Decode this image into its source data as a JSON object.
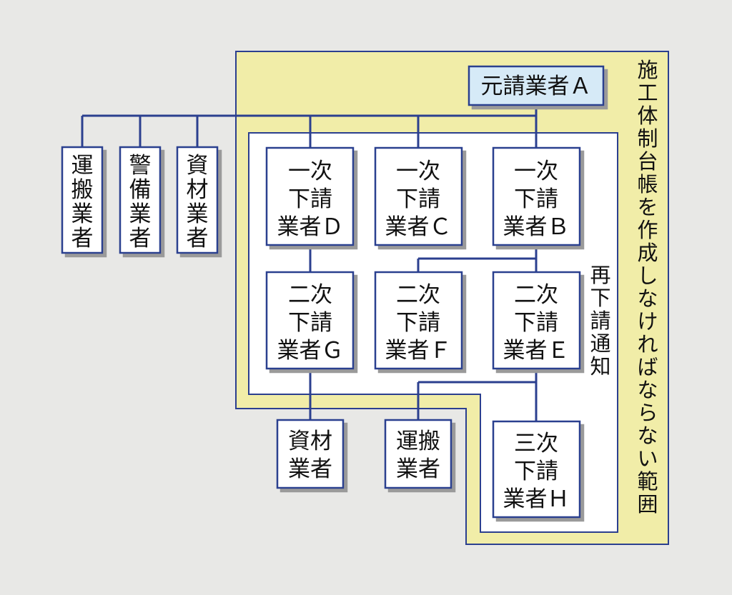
{
  "colors": {
    "background": "#e8e8e6",
    "outer_region_fill": "#f1eda8",
    "inner_region_fill": "#ffffff",
    "border": "#2b3f8f",
    "prime_box_fill": "#d6eaf7",
    "box_fill": "#ffffff",
    "shadow": "#999999"
  },
  "nodes": {
    "prime": {
      "lines": [
        "元請業者Ａ"
      ]
    },
    "first_d": {
      "lines": [
        "一次",
        "下請",
        "業者Ｄ"
      ]
    },
    "first_c": {
      "lines": [
        "一次",
        "下請",
        "業者Ｃ"
      ]
    },
    "first_b": {
      "lines": [
        "一次",
        "下請",
        "業者Ｂ"
      ]
    },
    "second_g": {
      "lines": [
        "二次",
        "下請",
        "業者Ｇ"
      ]
    },
    "second_f": {
      "lines": [
        "二次",
        "下請",
        "業者Ｆ"
      ]
    },
    "second_e": {
      "lines": [
        "二次",
        "下請",
        "業者Ｅ"
      ]
    },
    "third_h": {
      "lines": [
        "三次",
        "下請",
        "業者Ｈ"
      ]
    },
    "materials_g": {
      "lines": [
        "資材",
        "業者"
      ]
    },
    "transport_e": {
      "lines": [
        "運搬",
        "業者"
      ]
    },
    "transport_top": {
      "vertical": "運搬業者"
    },
    "security_top": {
      "vertical": "警備業者"
    },
    "materials_top": {
      "vertical": "資材業者"
    }
  },
  "labels": {
    "scope": "施工体制台帳を作成しなければならない範囲",
    "resubcontract_notice": "再下請通知"
  }
}
